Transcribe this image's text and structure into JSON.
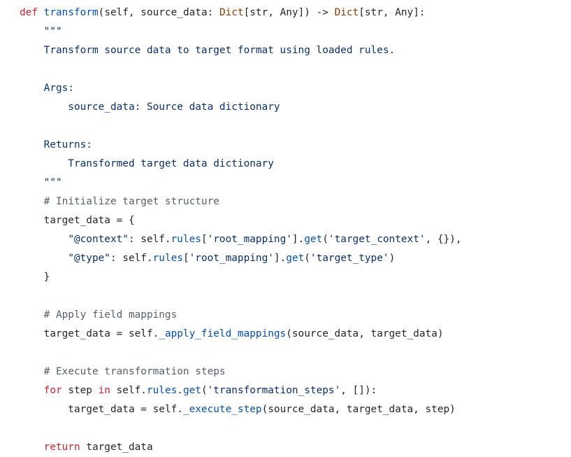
{
  "code": {
    "lines": [
      [
        {
          "t": "def",
          "k": "kw"
        },
        {
          "t": " ",
          "k": "plain"
        },
        {
          "t": "transform",
          "k": "fn"
        },
        {
          "t": "(self, source_data: ",
          "k": "plain"
        },
        {
          "t": "Dict",
          "k": "builtin"
        },
        {
          "t": "[str, Any]) ",
          "k": "plain"
        },
        {
          "t": "->",
          "k": "op"
        },
        {
          "t": " ",
          "k": "plain"
        },
        {
          "t": "Dict",
          "k": "builtin"
        },
        {
          "t": "[str, Any]:",
          "k": "plain"
        }
      ],
      [
        {
          "t": "    \"\"\"",
          "k": "str"
        }
      ],
      [
        {
          "t": "    Transform source data to target format using loaded rules.",
          "k": "str"
        }
      ],
      [],
      [
        {
          "t": "    Args:",
          "k": "str"
        }
      ],
      [
        {
          "t": "        source_data: Source data dictionary",
          "k": "str"
        }
      ],
      [],
      [
        {
          "t": "    Returns:",
          "k": "str"
        }
      ],
      [
        {
          "t": "        Transformed target data dictionary",
          "k": "str"
        }
      ],
      [
        {
          "t": "    \"\"\"",
          "k": "str"
        }
      ],
      [
        {
          "t": "    # Initialize target structure",
          "k": "comment"
        }
      ],
      [
        {
          "t": "    target_data ",
          "k": "plain"
        },
        {
          "t": "=",
          "k": "op"
        },
        {
          "t": " {",
          "k": "plain"
        }
      ],
      [
        {
          "t": "        ",
          "k": "plain"
        },
        {
          "t": "\"@context\"",
          "k": "str"
        },
        {
          "t": ": self.",
          "k": "plain"
        },
        {
          "t": "rules",
          "k": "attr"
        },
        {
          "t": "[",
          "k": "plain"
        },
        {
          "t": "'root_mapping'",
          "k": "str"
        },
        {
          "t": "].",
          "k": "plain"
        },
        {
          "t": "get",
          "k": "attr"
        },
        {
          "t": "(",
          "k": "plain"
        },
        {
          "t": "'target_context'",
          "k": "str"
        },
        {
          "t": ", {}),",
          "k": "plain"
        }
      ],
      [
        {
          "t": "        ",
          "k": "plain"
        },
        {
          "t": "\"@type\"",
          "k": "str"
        },
        {
          "t": ": self.",
          "k": "plain"
        },
        {
          "t": "rules",
          "k": "attr"
        },
        {
          "t": "[",
          "k": "plain"
        },
        {
          "t": "'root_mapping'",
          "k": "str"
        },
        {
          "t": "].",
          "k": "plain"
        },
        {
          "t": "get",
          "k": "attr"
        },
        {
          "t": "(",
          "k": "plain"
        },
        {
          "t": "'target_type'",
          "k": "str"
        },
        {
          "t": ")",
          "k": "plain"
        }
      ],
      [
        {
          "t": "    }",
          "k": "plain"
        }
      ],
      [],
      [
        {
          "t": "    # Apply field mappings",
          "k": "comment"
        }
      ],
      [
        {
          "t": "    target_data ",
          "k": "plain"
        },
        {
          "t": "=",
          "k": "op"
        },
        {
          "t": " self.",
          "k": "plain"
        },
        {
          "t": "_apply_field_mappings",
          "k": "attr"
        },
        {
          "t": "(source_data, target_data)",
          "k": "plain"
        }
      ],
      [],
      [
        {
          "t": "    # Execute transformation steps",
          "k": "comment"
        }
      ],
      [
        {
          "t": "    ",
          "k": "plain"
        },
        {
          "t": "for",
          "k": "kw"
        },
        {
          "t": " step ",
          "k": "plain"
        },
        {
          "t": "in",
          "k": "kw"
        },
        {
          "t": " self.",
          "k": "plain"
        },
        {
          "t": "rules",
          "k": "attr"
        },
        {
          "t": ".",
          "k": "plain"
        },
        {
          "t": "get",
          "k": "attr"
        },
        {
          "t": "(",
          "k": "plain"
        },
        {
          "t": "'transformation_steps'",
          "k": "str"
        },
        {
          "t": ", []):",
          "k": "plain"
        }
      ],
      [
        {
          "t": "        target_data ",
          "k": "plain"
        },
        {
          "t": "=",
          "k": "op"
        },
        {
          "t": " self.",
          "k": "plain"
        },
        {
          "t": "_execute_step",
          "k": "attr"
        },
        {
          "t": "(source_data, target_data, step)",
          "k": "plain"
        }
      ],
      [],
      [
        {
          "t": "    ",
          "k": "plain"
        },
        {
          "t": "return",
          "k": "kw"
        },
        {
          "t": " target_data",
          "k": "plain"
        }
      ]
    ]
  },
  "colors": {
    "background": "#ffffff",
    "keyword": "#cf222e",
    "function": "#0550ae",
    "builtin": "#953800",
    "string": "#0a3069",
    "comment": "#57606a",
    "text": "#1f2328"
  }
}
